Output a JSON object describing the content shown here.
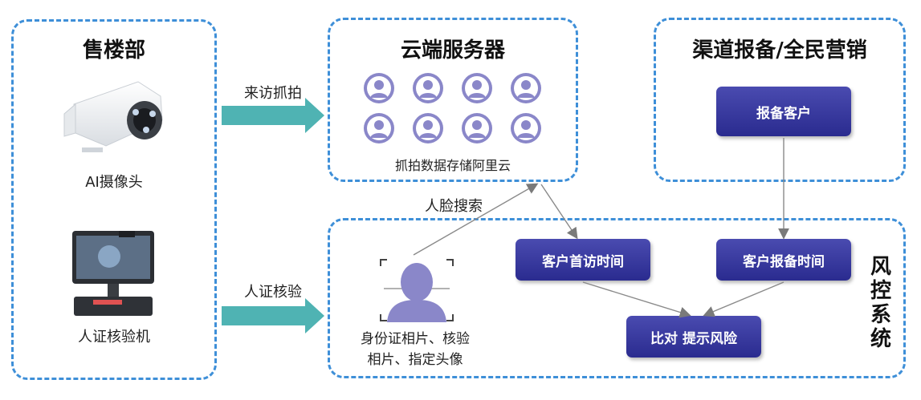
{
  "sales_office": {
    "title": "售楼部",
    "camera_label": "AI摄像头",
    "kiosk_label": "人证核验机"
  },
  "cloud": {
    "title": "云端服务器",
    "caption": "抓拍数据存储阿里云",
    "person_icon_count": 8
  },
  "channel": {
    "title": "渠道报备/全民营销",
    "report_button": "报备客户"
  },
  "flows": {
    "visit_capture": "来访抓拍",
    "id_verify": "人证核验",
    "face_search": "人脸搜索"
  },
  "risk": {
    "title": "风控系统",
    "photo_caption_line1": "身份证相片、核验",
    "photo_caption_line2": "相片、指定头像",
    "first_visit_button": "客户首访时间",
    "report_time_button": "客户报备时间",
    "compare_button": "比对 提示风险"
  },
  "colors": {
    "dash_border": "#3e8fd8",
    "arrow_teal": "#4fb3b3",
    "button_navy": "#2a2b8f",
    "avatar_purple": "#8a87c9"
  }
}
